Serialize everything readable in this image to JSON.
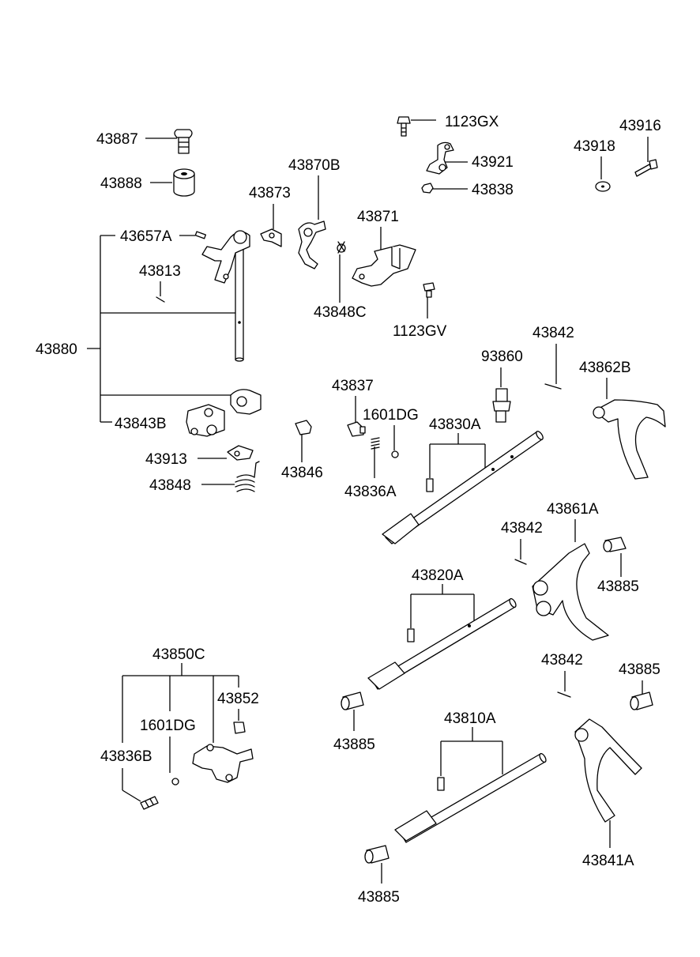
{
  "labels": {
    "l43887": "43887",
    "l43888": "43888",
    "l43870B": "43870B",
    "l43873": "43873",
    "l43871": "43871",
    "l1123GX": "1123GX",
    "l43921": "43921",
    "l43838": "43838",
    "l43916": "43916",
    "l43918": "43918",
    "l43657A": "43657A",
    "l43813": "43813",
    "l43848C": "43848C",
    "l1123GV": "1123GV",
    "l43880": "43880",
    "l43842a": "43842",
    "l93860": "93860",
    "l43862B": "43862B",
    "l43837": "43837",
    "l1601DGa": "1601DG",
    "l43830A": "43830A",
    "l43843B": "43843B",
    "l43846": "43846",
    "l43836A": "43836A",
    "l43913": "43913",
    "l43848": "43848",
    "l43861A": "43861A",
    "l43842b": "43842",
    "l43885a": "43885",
    "l43820A": "43820A",
    "l43850C": "43850C",
    "l43842c": "43842",
    "l43885b": "43885",
    "l43852": "43852",
    "l1601DGb": "1601DG",
    "l43836B": "43836B",
    "l43885c": "43885",
    "l43810A": "43810A",
    "l43885d": "43885",
    "l43841A": "43841A"
  }
}
